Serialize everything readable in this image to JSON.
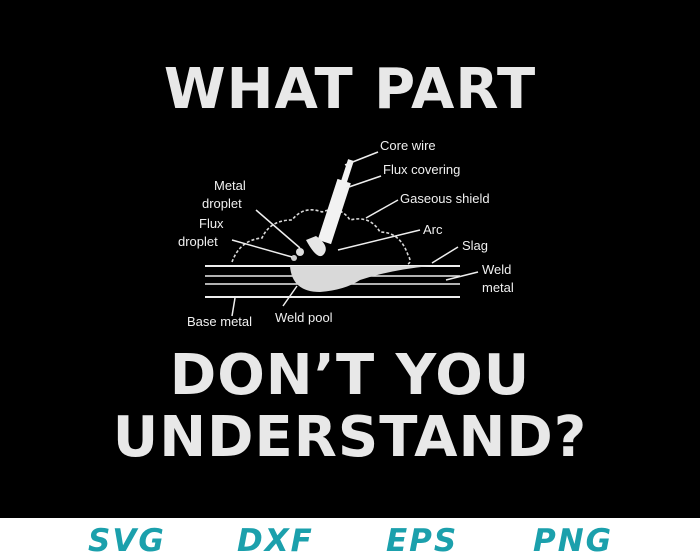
{
  "headline": {
    "top": "WHAT PART",
    "bottom_line1": "DON’T YOU",
    "bottom_line2": "UNDERSTAND?"
  },
  "labels": {
    "core_wire": "Core wire",
    "flux_covering": "Flux covering",
    "gaseous_shield": "Gaseous shield",
    "arc": "Arc",
    "slag": "Slag",
    "weld_metal_1": "Weld",
    "weld_metal_2": "metal",
    "metal_droplet_1": "Metal",
    "metal_droplet_2": "droplet",
    "flux_droplet_1": "Flux",
    "flux_droplet_2": "droplet",
    "base_metal": "Base metal",
    "weld_pool": "Weld pool"
  },
  "formats": [
    "SVG",
    "DXF",
    "EPS",
    "PNG"
  ],
  "colors": {
    "background": "#000000",
    "text": "#e8e8e8",
    "format_accent": "#1ba0ac"
  }
}
